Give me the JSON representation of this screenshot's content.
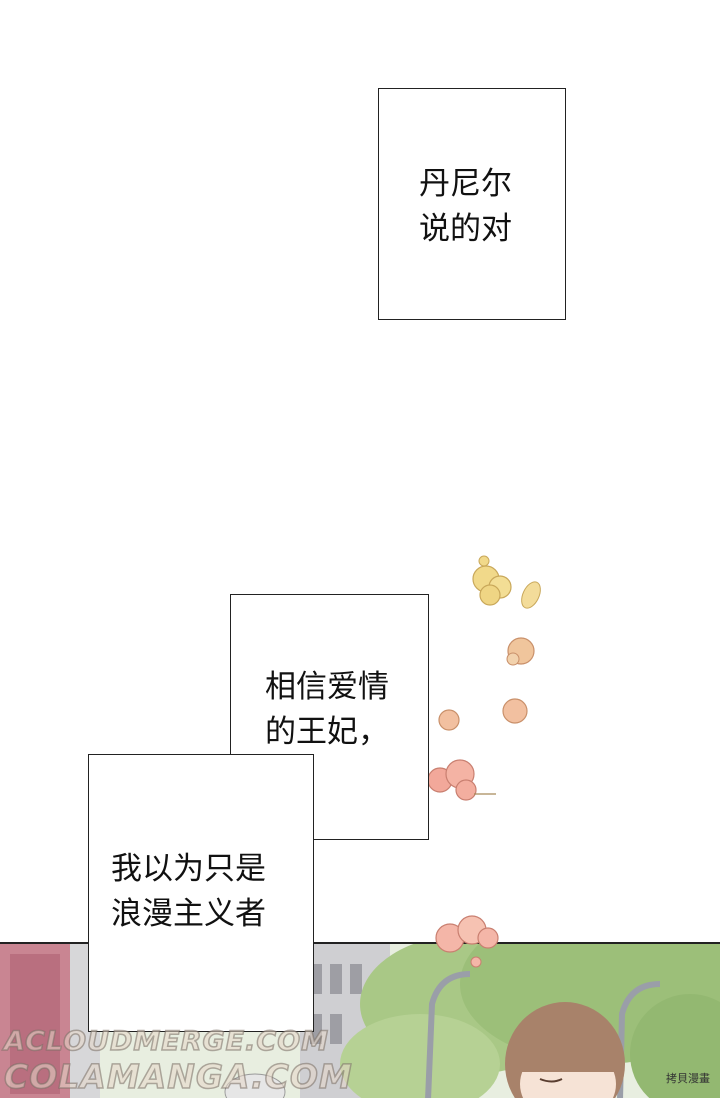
{
  "bubbles": {
    "top": {
      "line1": "丹尼尔",
      "line2": "说的对"
    },
    "middle": {
      "line1": "相信爱情",
      "line2": "的王妃，"
    },
    "bottom": {
      "line1": "我以为只是",
      "line2": "浪漫主义者"
    }
  },
  "watermarks": {
    "primary": "ACLOUDMERGE.COM",
    "secondary": "COLAMANGA.COM",
    "corner": "拷貝漫畫"
  },
  "colors": {
    "border": "#222222",
    "flower_yellow": "#f1d98a",
    "flower_peach": "#f2b59a",
    "foliage": "#9fc27a",
    "sky": "#e9efe2"
  },
  "icons": {
    "petals": "flower-icon"
  }
}
